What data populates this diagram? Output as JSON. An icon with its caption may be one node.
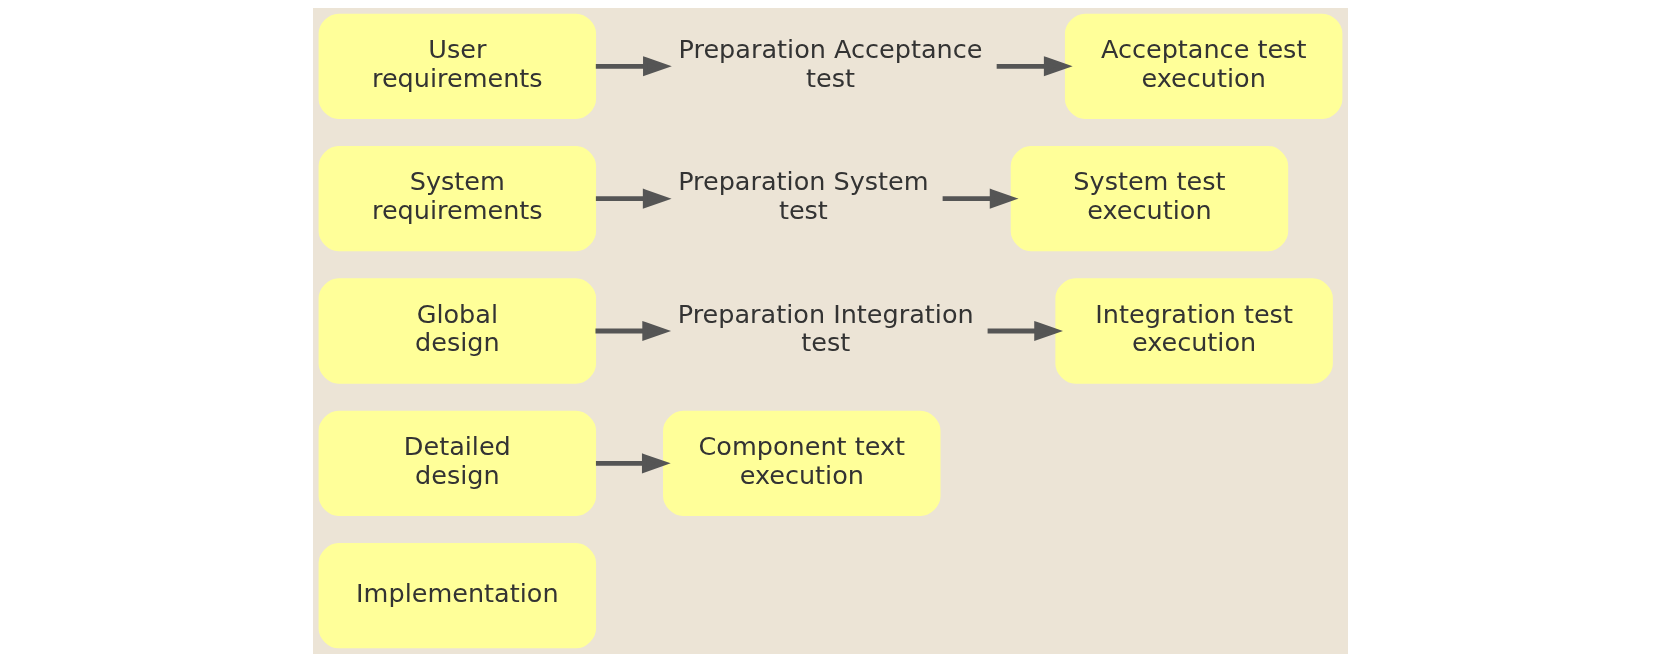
{
  "diagram": {
    "nodes": [
      {
        "text": [
          "User requirements"
        ]
      },
      {
        "text": [
          "Preparation Acceptance test"
        ]
      },
      {
        "text": [
          "Acceptance test execution"
        ]
      },
      {
        "text": [
          "System requirements"
        ]
      },
      {
        "text": [
          "Preparation System test"
        ]
      },
      {
        "text": [
          "System test execution"
        ]
      },
      {
        "text": [
          "Global design"
        ]
      },
      {
        "text": [
          "Preparation Integration test"
        ]
      },
      {
        "text": [
          "Integration test execution"
        ]
      },
      {
        "text": [
          "Detailed design"
        ]
      },
      {
        "text": [
          "Component text execution"
        ]
      },
      {
        "text": [
          "Implementation"
        ]
      }
    ],
    "edges": [
      {
        "from": 0,
        "to": 1,
        "arrow": "to"
      },
      {
        "from": 1,
        "to": 2,
        "arrow": "to"
      },
      {
        "from": 3,
        "to": 4,
        "arrow": "to"
      },
      {
        "from": 4,
        "to": 5,
        "arrow": "to"
      },
      {
        "from": 6,
        "to": 7,
        "arrow": "to"
      },
      {
        "from": 7,
        "to": 8,
        "arrow": "to"
      },
      {
        "from": 9,
        "to": 10,
        "arrow": "to"
      }
    ]
  }
}
